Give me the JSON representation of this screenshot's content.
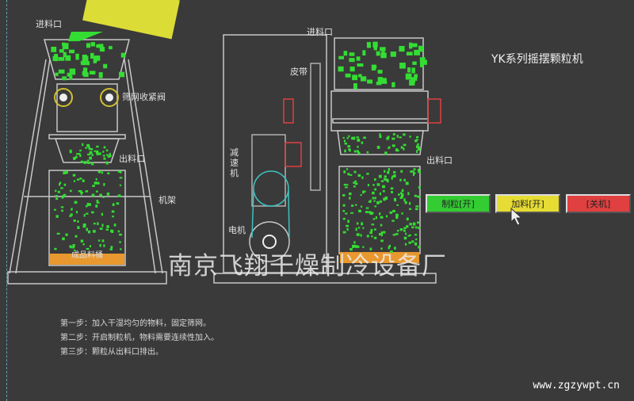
{
  "title": "YK系列摇摆颗粒机",
  "labels": {
    "inlet_left": "进料口",
    "valve": "筛网收紧阀",
    "outlet_left": "出料口",
    "frame": "机架",
    "bucket": "成品料桶",
    "inlet_right": "进料口",
    "belt": "皮带",
    "reducer": "减速机",
    "motor": "电机",
    "outlet_right": "出料口"
  },
  "buttons": {
    "granulate": {
      "label": "制粒[开]",
      "color": "#33cc33"
    },
    "feed": {
      "label": "加料[开]",
      "color": "#e6dc33"
    },
    "shutdown": {
      "label": "[关机]",
      "color": "#e04040"
    }
  },
  "steps": [
    "第一步：加入干湿均匀的物料，固定筛网。",
    "第二步：开启制粒机，物料需要连续性加入。",
    "第三步：颗粒从出料口排出。"
  ],
  "watermark": "南京飞翔干燥制冷设备厂",
  "url": "www.zgzywpt.cn",
  "colors": {
    "granule": "#33dd33",
    "line": "#c8c8c8",
    "bucket": "#e8982e"
  }
}
